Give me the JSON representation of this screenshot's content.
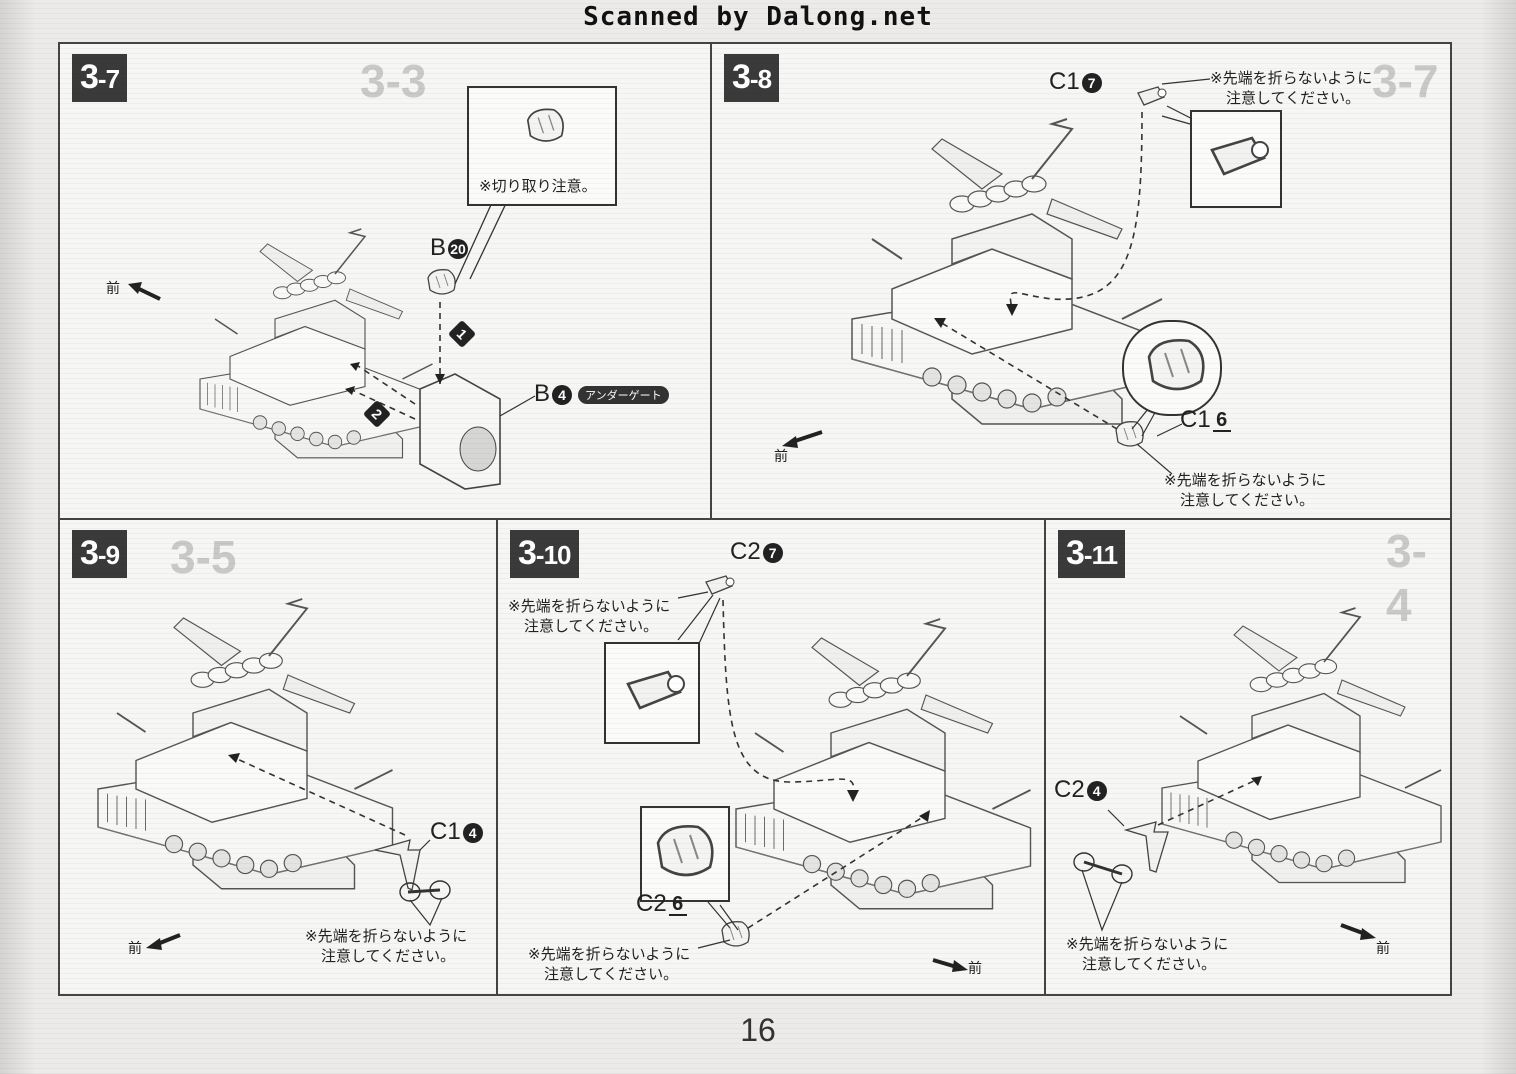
{
  "header": "Scanned by Dalong.net",
  "page_number": "16",
  "front_label": "前",
  "warn_line1": "※先端を折らないように",
  "warn_line2": "注意してください。",
  "panels": {
    "p37": {
      "step_major": "3",
      "step_minor": "-7",
      "callout_note": "※切り取り注意。",
      "part_b20": {
        "letter": "B",
        "num": "20"
      },
      "part_b4": {
        "letter": "B",
        "num": "4"
      },
      "under_gate": "アンダーゲート",
      "seq1": "1",
      "seq2": "2"
    },
    "p38": {
      "step_major": "3",
      "step_minor": "-8",
      "part_c17": {
        "letter": "C1",
        "num": "7"
      },
      "part_c16": {
        "letter": "C1",
        "num": "6"
      }
    },
    "p39": {
      "step_major": "3",
      "step_minor": "-9",
      "part_c14": {
        "letter": "C1",
        "num": "4"
      }
    },
    "p310": {
      "step_major": "3",
      "step_minor": "-10",
      "part_c27": {
        "letter": "C2",
        "num": "7"
      },
      "part_c26": {
        "letter": "C2",
        "num": "6"
      }
    },
    "p311": {
      "step_major": "3",
      "step_minor": "-11",
      "part_c24": {
        "letter": "C2",
        "num": "4"
      }
    }
  },
  "colors": {
    "ink": "#222222",
    "panel_bg": "#f6f6f4",
    "line": "#444444"
  }
}
